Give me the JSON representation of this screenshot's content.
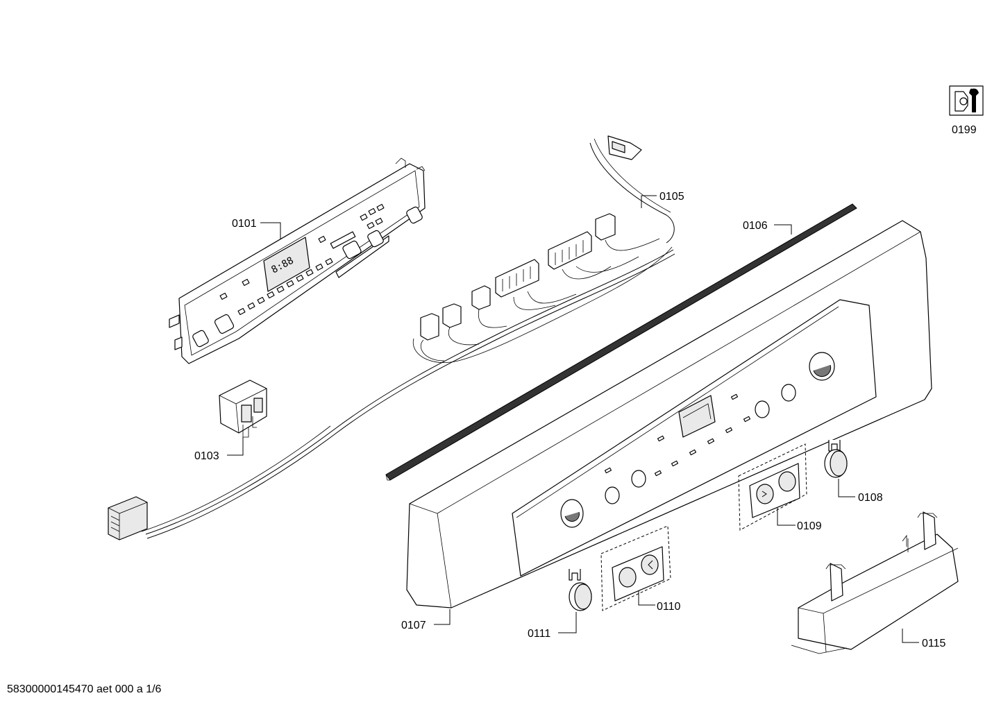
{
  "diagram": {
    "footer_text": "58300000145470 aet 000 a 1/6",
    "callouts": [
      {
        "id": "0101"
      },
      {
        "id": "0103"
      },
      {
        "id": "0105"
      },
      {
        "id": "0106"
      },
      {
        "id": "0107"
      },
      {
        "id": "0108"
      },
      {
        "id": "0109"
      },
      {
        "id": "0110"
      },
      {
        "id": "0111"
      },
      {
        "id": "0115"
      },
      {
        "id": "0199"
      }
    ],
    "display_digits": "8:88",
    "icons": [
      "tool-kit-icon"
    ]
  }
}
